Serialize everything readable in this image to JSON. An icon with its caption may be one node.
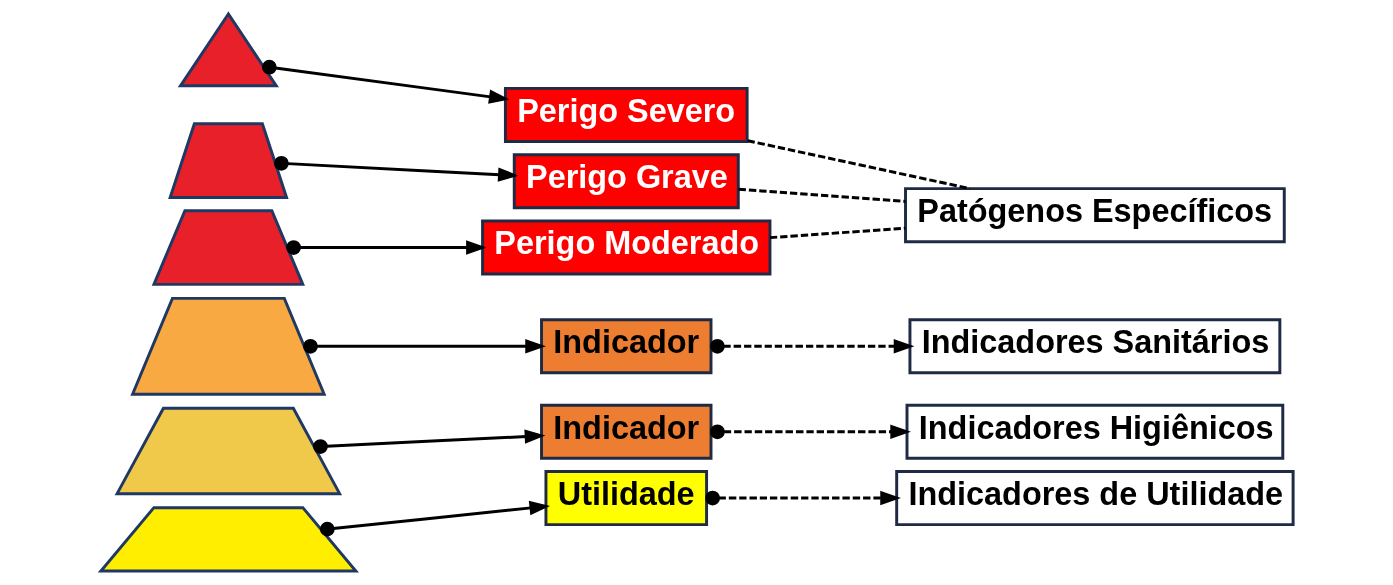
{
  "diagram": {
    "nodes": [
      {
        "text": [],
        "shape": "triangle"
      },
      {
        "text": [],
        "shape": "trapezoid"
      },
      {
        "text": [],
        "shape": "trapezoid"
      },
      {
        "text": [],
        "shape": "trapezoid"
      },
      {
        "text": [],
        "shape": "trapezoid"
      },
      {
        "text": [],
        "shape": "trapezoid"
      },
      {
        "text": [
          "Perigo Severo"
        ]
      },
      {
        "text": [
          "Perigo Grave"
        ]
      },
      {
        "text": [
          "Perigo Moderado"
        ]
      },
      {
        "text": [
          "Indicador"
        ]
      },
      {
        "text": [
          "Indicador"
        ]
      },
      {
        "text": [
          "Utilidade"
        ]
      },
      {
        "text": [
          "Patógenos Específicos"
        ]
      },
      {
        "text": [
          "Indicadores Sanitários"
        ]
      },
      {
        "text": [
          "Indicadores Higiênicos"
        ]
      },
      {
        "text": [
          "Indicadores de Utilidade"
        ]
      }
    ],
    "edges": [
      {
        "from": 0,
        "to": 6,
        "arrow": "to"
      },
      {
        "from": 1,
        "to": 7,
        "arrow": "to"
      },
      {
        "from": 2,
        "to": 8,
        "arrow": "to"
      },
      {
        "from": 3,
        "to": 9,
        "arrow": "to"
      },
      {
        "from": 4,
        "to": 10,
        "arrow": "to"
      },
      {
        "from": 5,
        "to": 11,
        "arrow": "to"
      },
      {
        "from": 6,
        "to": 12,
        "arrow": "none",
        "style": "dashed"
      },
      {
        "from": 7,
        "to": 12,
        "arrow": "none",
        "style": "dashed"
      },
      {
        "from": 8,
        "to": 12,
        "arrow": "none",
        "style": "dashed"
      },
      {
        "from": 9,
        "to": 13,
        "arrow": "to",
        "style": "dashed"
      },
      {
        "from": 10,
        "to": 14,
        "arrow": "to",
        "style": "dashed"
      },
      {
        "from": 11,
        "to": 15,
        "arrow": "to",
        "style": "dashed"
      }
    ]
  }
}
